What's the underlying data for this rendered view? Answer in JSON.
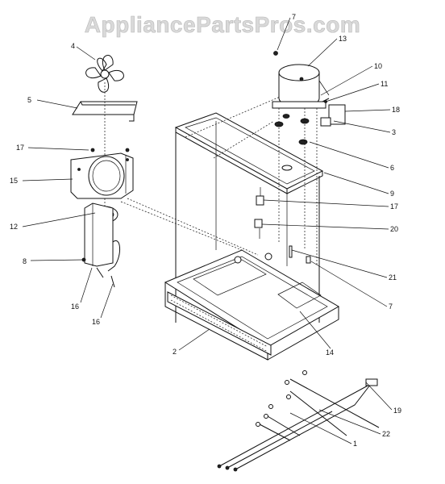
{
  "watermark": "AppliancePartsPros.com",
  "callouts": [
    {
      "id": "c4",
      "label": "4"
    },
    {
      "id": "c5",
      "label": "5"
    },
    {
      "id": "c17a",
      "label": "17"
    },
    {
      "id": "c15",
      "label": "15"
    },
    {
      "id": "c12",
      "label": "12"
    },
    {
      "id": "c8",
      "label": "8"
    },
    {
      "id": "c16a",
      "label": "16"
    },
    {
      "id": "c16b",
      "label": "16"
    },
    {
      "id": "c2",
      "label": "2"
    },
    {
      "id": "c7a",
      "label": "7"
    },
    {
      "id": "c13",
      "label": "13"
    },
    {
      "id": "c10",
      "label": "10"
    },
    {
      "id": "c11",
      "label": "11"
    },
    {
      "id": "c18",
      "label": "18"
    },
    {
      "id": "c3",
      "label": "3"
    },
    {
      "id": "c6",
      "label": "6"
    },
    {
      "id": "c9",
      "label": "9"
    },
    {
      "id": "c17b",
      "label": "17"
    },
    {
      "id": "c20",
      "label": "20"
    },
    {
      "id": "c21",
      "label": "21"
    },
    {
      "id": "c7b",
      "label": "7"
    },
    {
      "id": "c14",
      "label": "14"
    },
    {
      "id": "c19",
      "label": "19"
    },
    {
      "id": "c22",
      "label": "22"
    },
    {
      "id": "c1",
      "label": "1"
    }
  ]
}
